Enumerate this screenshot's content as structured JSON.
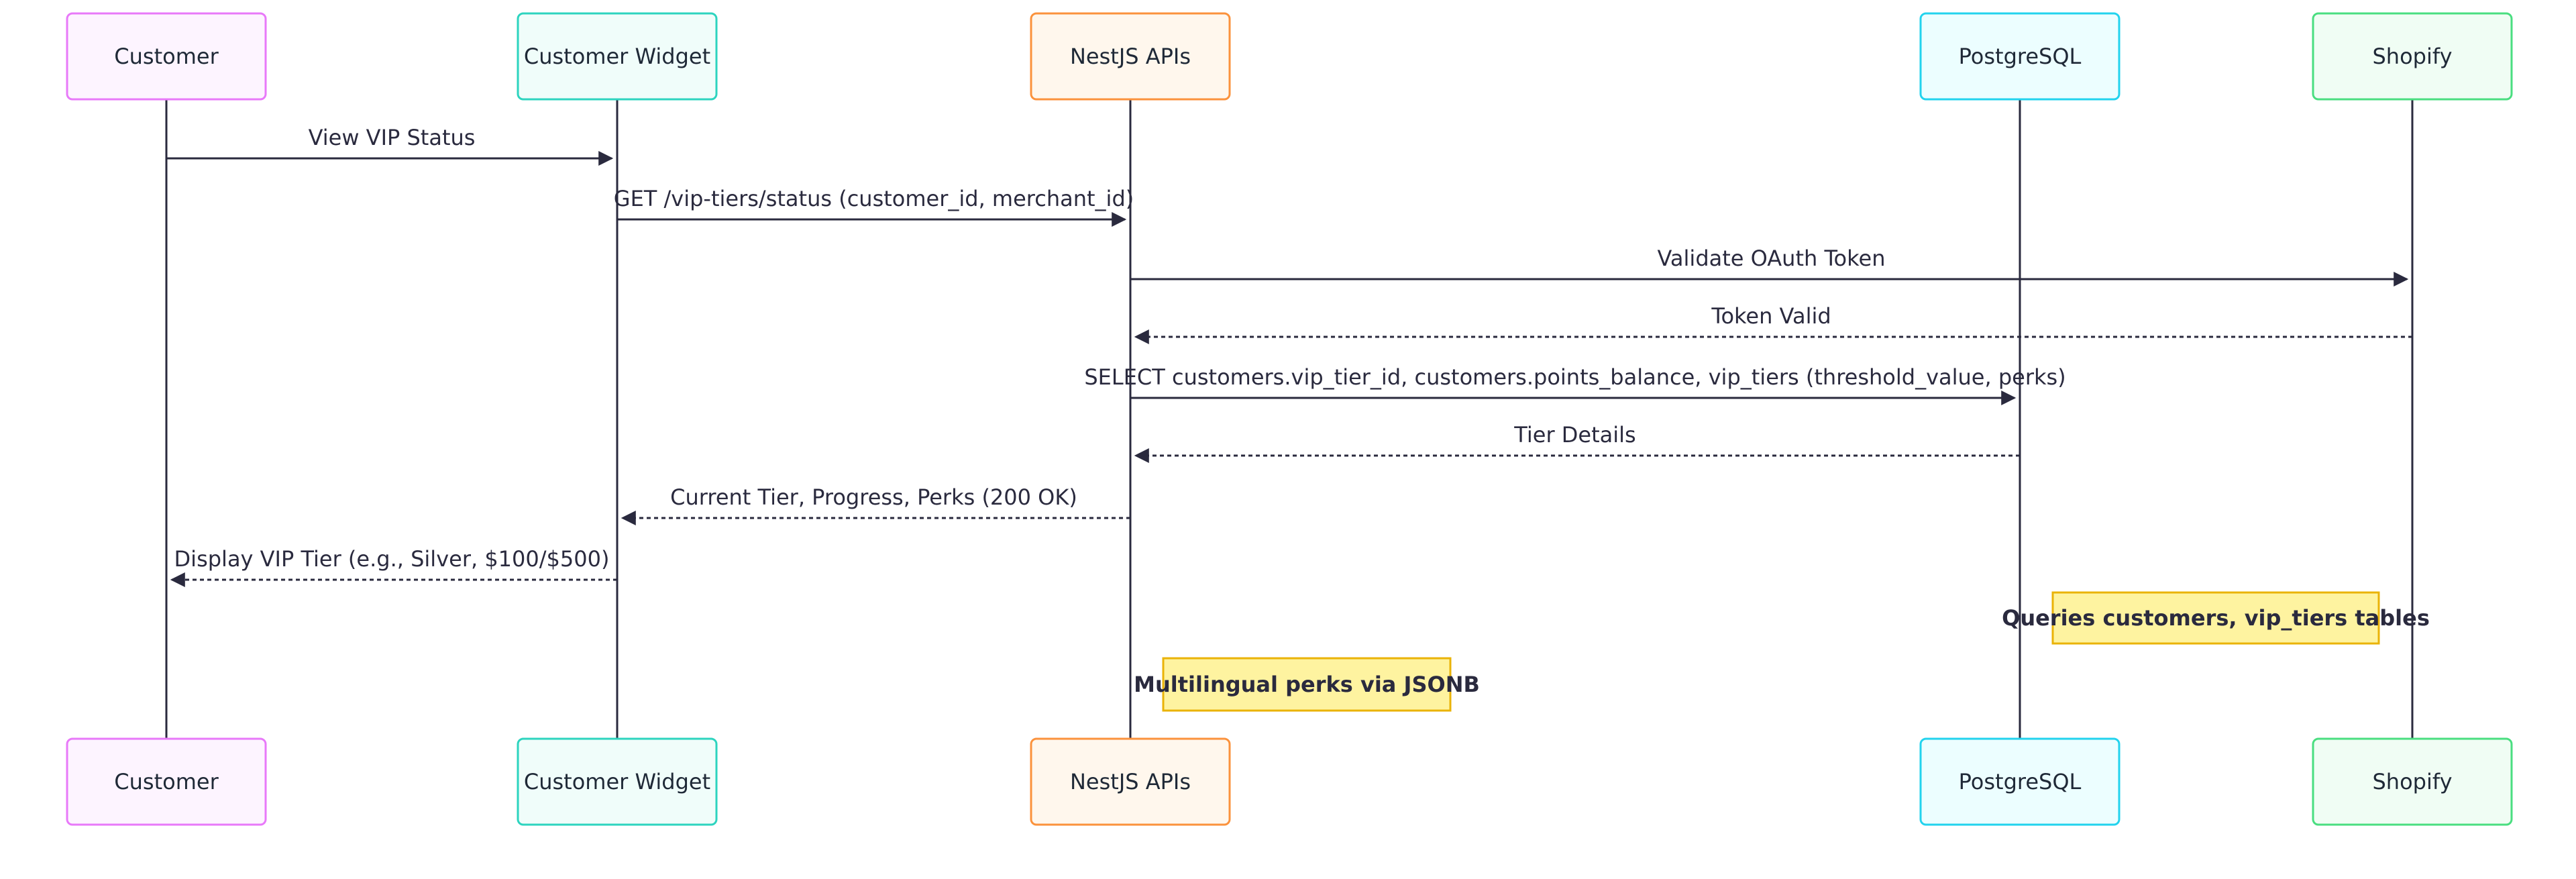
{
  "actors": [
    {
      "id": "customer",
      "label": "Customer",
      "fill": "#fdf4ff",
      "stroke": "#e879f9"
    },
    {
      "id": "widget",
      "label": "Customer Widget",
      "fill": "#f0fdfa",
      "stroke": "#2dd4bf"
    },
    {
      "id": "api",
      "label": "NestJS APIs",
      "fill": "#fff7ed",
      "stroke": "#fb923c"
    },
    {
      "id": "db",
      "label": "PostgreSQL",
      "fill": "#ecfeff",
      "stroke": "#22d3ee"
    },
    {
      "id": "shopify",
      "label": "Shopify",
      "fill": "#f0fdf4",
      "stroke": "#4ade80"
    }
  ],
  "messages": [
    {
      "label": "View VIP Status",
      "from": "customer",
      "to": "widget",
      "dashed": false
    },
    {
      "label": "GET /vip-tiers/status (customer_id, merchant_id)",
      "from": "widget",
      "to": "api",
      "dashed": false
    },
    {
      "label": "Validate OAuth Token",
      "from": "api",
      "to": "shopify",
      "dashed": false
    },
    {
      "label": "Token Valid",
      "from": "shopify",
      "to": "api",
      "dashed": true
    },
    {
      "label": "SELECT customers.vip_tier_id, customers.points_balance, vip_tiers (threshold_value, perks)",
      "from": "api",
      "to": "db",
      "dashed": false
    },
    {
      "label": "Tier Details",
      "from": "db",
      "to": "api",
      "dashed": true
    },
    {
      "label": "Current Tier, Progress, Perks (200 OK)",
      "from": "api",
      "to": "widget",
      "dashed": true
    },
    {
      "label": "Display VIP Tier (e.g., Silver, $100/$500)",
      "from": "widget",
      "to": "customer",
      "dashed": true
    }
  ],
  "notes": [
    {
      "label": "Queries customers, vip_tiers tables",
      "anchor": "db"
    },
    {
      "label": "Multilingual perks via JSONB",
      "anchor": "api"
    }
  ],
  "colors": {
    "line": "#2a2a3e",
    "note_fill": "#fef3a0",
    "note_stroke": "#eab308"
  }
}
